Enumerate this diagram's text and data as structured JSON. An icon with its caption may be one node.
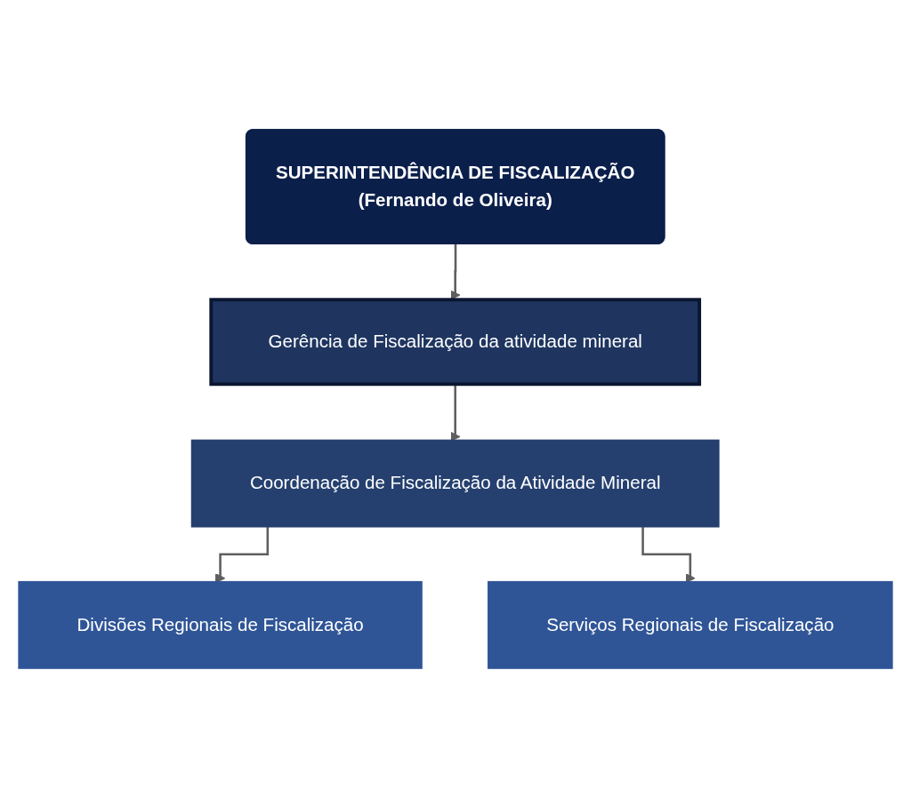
{
  "diagram": {
    "nodes": [
      {
        "text": [
          "SUPERINTENDÊNCIA DE FISCALIZAÇÃO",
          "(Fernando de Oliveira)"
        ]
      },
      {
        "text": [
          "Gerência de Fiscalização da atividade mineral"
        ]
      },
      {
        "text": [
          "Coordenação de Fiscalização da Atividade Mineral"
        ]
      },
      {
        "text": [
          "Divisões Regionais de Fiscalização"
        ]
      },
      {
        "text": [
          "Serviços Regionais de Fiscalização"
        ]
      }
    ],
    "edges": [
      {
        "from": 0,
        "to": 1,
        "arrow": "to"
      },
      {
        "from": 1,
        "to": 2,
        "arrow": "to"
      },
      {
        "from": 2,
        "to": 3,
        "arrow": "to"
      },
      {
        "from": 2,
        "to": 4,
        "arrow": "to"
      }
    ]
  }
}
